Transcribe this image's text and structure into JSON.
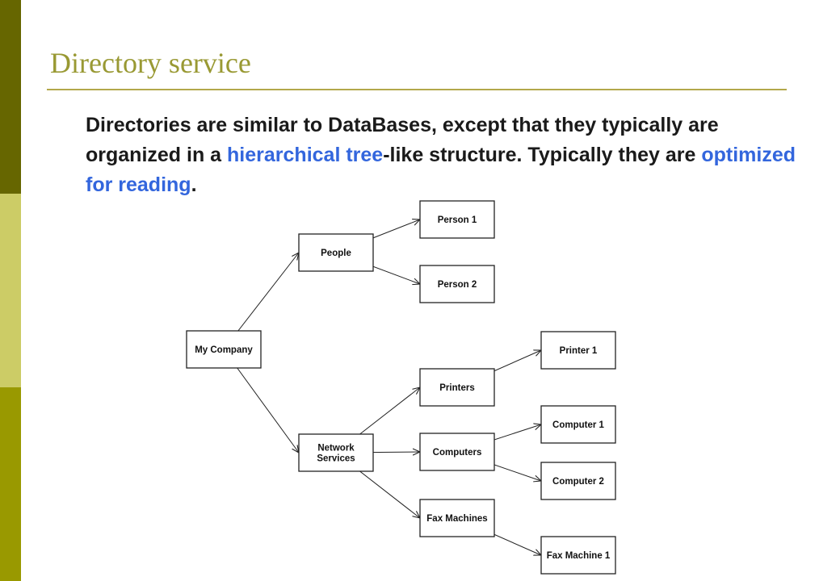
{
  "slide": {
    "title": "Directory service",
    "body_parts": [
      "Directories are similar to DataBases, except that they typically are organized in a ",
      "hierarchical tree",
      "-like structure. Typically they are ",
      "optimized for reading",
      "."
    ],
    "highlight_color": "#3366dd",
    "title_color": "#999933"
  },
  "tree": {
    "nodes": [
      {
        "id": "my-company",
        "label": [
          "My Company"
        ]
      },
      {
        "id": "people",
        "label": [
          "People"
        ]
      },
      {
        "id": "person-1",
        "label": [
          "Person 1"
        ]
      },
      {
        "id": "person-2",
        "label": [
          "Person 2"
        ]
      },
      {
        "id": "network-services",
        "label": [
          "Network",
          "Services"
        ]
      },
      {
        "id": "printers",
        "label": [
          "Printers"
        ]
      },
      {
        "id": "printer-1",
        "label": [
          "Printer 1"
        ]
      },
      {
        "id": "computers",
        "label": [
          "Computers"
        ]
      },
      {
        "id": "computer-1",
        "label": [
          "Computer 1"
        ]
      },
      {
        "id": "computer-2",
        "label": [
          "Computer 2"
        ]
      },
      {
        "id": "fax-machines",
        "label": [
          "Fax Machines"
        ]
      },
      {
        "id": "fax-machine-1",
        "label": [
          "Fax Machine 1"
        ]
      }
    ],
    "edges": [
      [
        "my-company",
        "people"
      ],
      [
        "my-company",
        "network-services"
      ],
      [
        "people",
        "person-1"
      ],
      [
        "people",
        "person-2"
      ],
      [
        "network-services",
        "printers"
      ],
      [
        "network-services",
        "computers"
      ],
      [
        "network-services",
        "fax-machines"
      ],
      [
        "printers",
        "printer-1"
      ],
      [
        "computers",
        "computer-1"
      ],
      [
        "computers",
        "computer-2"
      ],
      [
        "fax-machines",
        "fax-machine-1"
      ]
    ]
  }
}
